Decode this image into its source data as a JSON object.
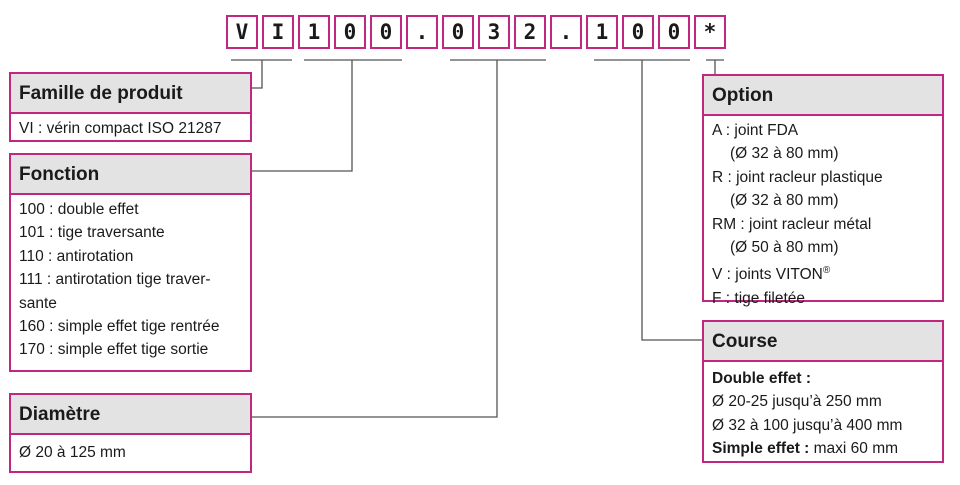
{
  "code": {
    "chars": [
      "V",
      "I",
      "1",
      "0",
      "0",
      ".",
      "0",
      "3",
      "2",
      ".",
      "1",
      "0",
      "0",
      "*"
    ]
  },
  "boxes": {
    "famille": {
      "title": "Famille de produit",
      "lines": [
        "VI : vérin compact ISO 21287"
      ]
    },
    "fonction": {
      "title": "Fonction",
      "lines": [
        "100 : double effet",
        "101 : tige traversante",
        "110 : antirotation",
        "111 : antirotation tige traver-",
        "sante",
        "160 : simple effet tige rentrée",
        "170 : simple effet tige sortie"
      ]
    },
    "diametre": {
      "title": "Diamètre",
      "lines": [
        "Ø 20 à 125 mm"
      ]
    },
    "option": {
      "title": "Option",
      "lines": [
        "A : joint FDA",
        "(Ø 32 à 80 mm)",
        "R : joint racleur plastique",
        "(Ø 32 à 80 mm)",
        "RM : joint racleur métal",
        "(Ø 50 à 80 mm)",
        "V : joints VITON",
        "®",
        "F : tige filetée"
      ]
    },
    "course": {
      "title": "Course",
      "line1_bold": "Double effet :",
      "line2": "Ø 20-25 jusqu’à 250 mm",
      "line3": "Ø 32 à 100 jusqu’à 400 mm",
      "line4_bold": "Simple effet :",
      "line4_rest": " maxi 60 mm"
    }
  },
  "colors": {
    "accent": "#c0287f",
    "header_bg": "#e3e3e3",
    "line": "#555555"
  }
}
